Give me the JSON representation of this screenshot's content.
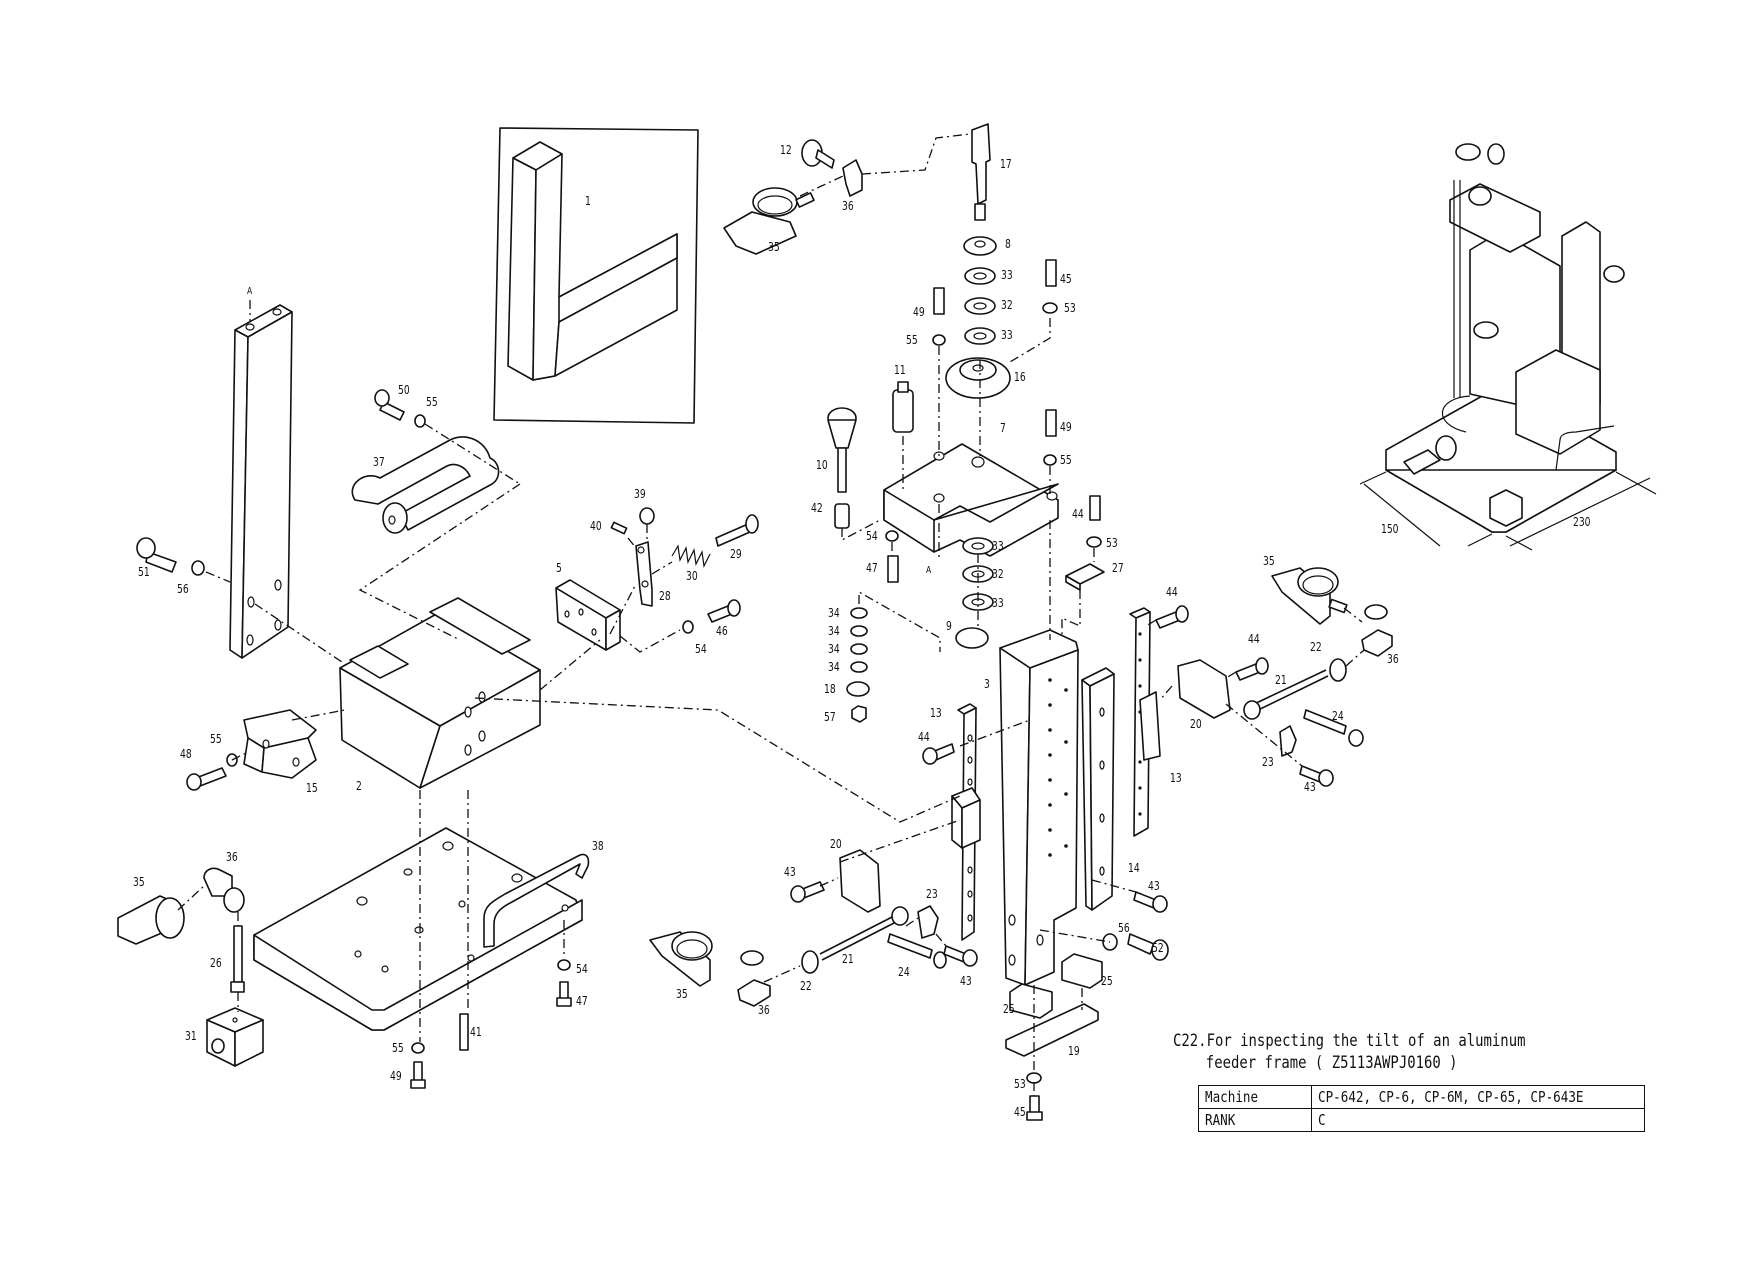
{
  "document": {
    "type": "exploded parts diagram",
    "caption": {
      "line1": "C22.For inspecting the tilt of an aluminum",
      "line2": "feeder frame ( Z5113AWPJ0160 )"
    },
    "spec_table": [
      {
        "key": "Machine",
        "value": "CP-642, CP-6, CP-6M, CP-65, CP-643E"
      },
      {
        "key": "RANK",
        "value": "C"
      }
    ],
    "assembly_dimensions": {
      "width": "150",
      "length": "230"
    },
    "reference_marks": [
      "A",
      "A"
    ],
    "part_labels": {
      "p1": "1",
      "p2": "2",
      "p3": "3",
      "p5": "5",
      "p7": "7",
      "p8": "8",
      "p9": "9",
      "p10": "10",
      "p11": "11",
      "p12": "12",
      "p13a": "13",
      "p13b": "13",
      "p14": "14",
      "p15": "15",
      "p16": "16",
      "p17": "17",
      "p18": "18",
      "p19": "19",
      "p20a": "20",
      "p20b": "20",
      "p21a": "21",
      "p21b": "21",
      "p22a": "22",
      "p22b": "22",
      "p23a": "23",
      "p23b": "23",
      "p24a": "24",
      "p24b": "24",
      "p25a": "25",
      "p25b": "25",
      "p26": "26",
      "p27": "27",
      "p28": "28",
      "p29": "29",
      "p30": "30",
      "p31": "31",
      "p32a": "32",
      "p32b": "32",
      "p33a": "33",
      "p33b": "33",
      "p33c": "33",
      "p33d": "33",
      "p34a": "34",
      "p34b": "34",
      "p34c": "34",
      "p34d": "34",
      "p35a": "35",
      "p35b": "35",
      "p35c": "35",
      "p35d": "35",
      "p36a": "36",
      "p36b": "36",
      "p36c": "36",
      "p36d": "36",
      "p37": "37",
      "p38": "38",
      "p39": "39",
      "p40": "40",
      "p41": "41",
      "p42": "42",
      "p43a": "43",
      "p43b": "43",
      "p43c": "43",
      "p43d": "43",
      "p44a": "44",
      "p44b": "44",
      "p44c": "44",
      "p44d": "44",
      "p45a": "45",
      "p45b": "45",
      "p46": "46",
      "p47a": "47",
      "p47b": "47",
      "p48": "48",
      "p49a": "49",
      "p49b": "49",
      "p49c": "49",
      "p50": "50",
      "p51": "51",
      "p52": "52",
      "p53a": "53",
      "p53b": "53",
      "p53c": "53",
      "p54a": "54",
      "p54b": "54",
      "p54c": "54",
      "p55a": "55",
      "p55b": "55",
      "p55c": "55",
      "p55d": "55",
      "p55e": "55",
      "p56a": "56",
      "p56b": "56",
      "p57": "57"
    }
  }
}
